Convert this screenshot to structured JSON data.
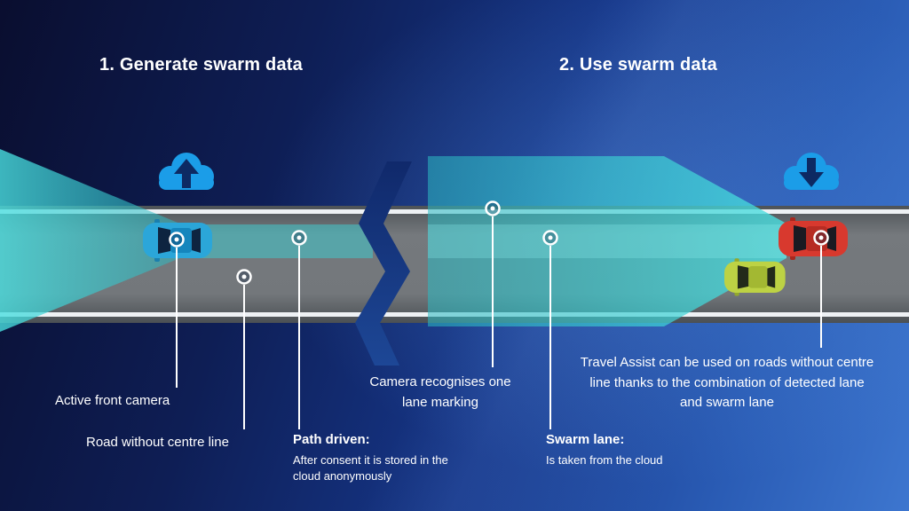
{
  "sections": {
    "left_title": "1. Generate swarm data",
    "right_title": "2. Use swarm data"
  },
  "callouts": {
    "active_front_camera": {
      "label": "Active front camera"
    },
    "road_without_centre_line": {
      "label": "Road without centre line"
    },
    "path_driven": {
      "title": "Path driven:",
      "description": "After consent it is stored in the cloud anonymously"
    },
    "camera_recognises": {
      "label": "Camera recognises one lane marking"
    },
    "swarm_lane": {
      "title": "Swarm lane:",
      "description": "Is taken from the cloud"
    },
    "travel_assist": {
      "label": "Travel Assist can be used on roads without centre line thanks to the combination of detected lane and swarm lane"
    }
  },
  "icons": {
    "left_cloud": "cloud-upload-icon",
    "right_cloud": "cloud-download-icon"
  },
  "colors": {
    "teal_beam": "#35cdd2",
    "cloud_blue": "#1b9de8",
    "car_blue": "#2ba6d9",
    "car_red": "#d8392e",
    "car_yellow": "#bdd244",
    "road_gray": "#75797d",
    "background_dark": "#0a0e2f",
    "background_blue": "#2a5cb5",
    "text": "#ffffff"
  }
}
